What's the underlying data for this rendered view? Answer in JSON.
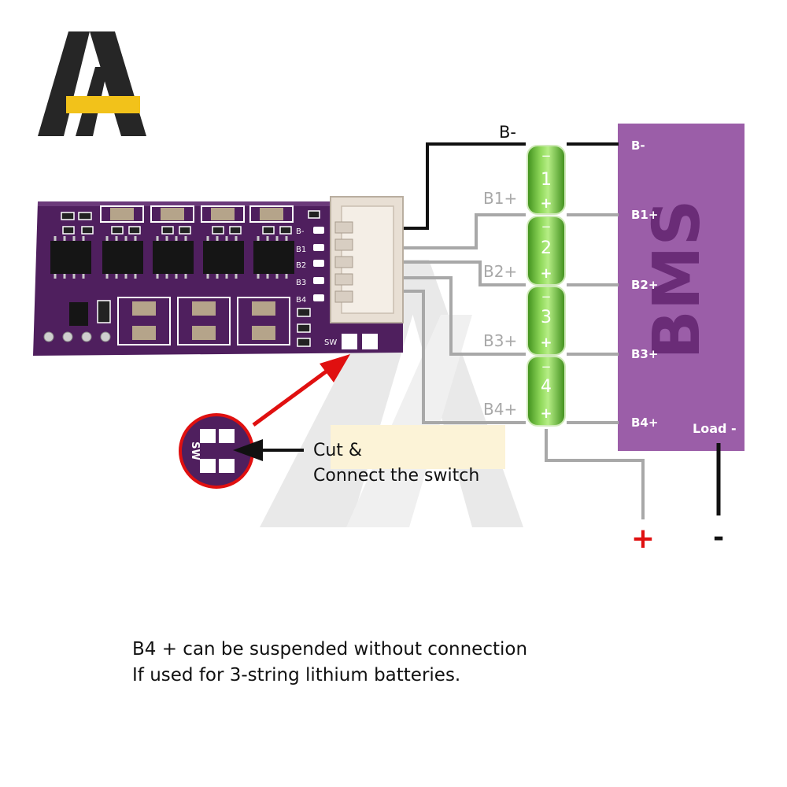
{
  "colors": {
    "pcb": "#4f1f5e",
    "pcb_dark": "#3a1548",
    "bms": "#9b5ea8",
    "bms_text": "#6a2c77",
    "cell_green": "#6cc23b",
    "cell_light": "#a8e277",
    "wire_gray": "#a8a8a8",
    "wire_black": "#111111",
    "red": "#e01010",
    "logo_dark": "#262626",
    "logo_yellow": "#f2c21a"
  },
  "logo": {
    "icon": "aa-logo-icon"
  },
  "bms": {
    "title": "BMS",
    "terminals": [
      "B-",
      "B1+",
      "B2+",
      "B3+",
      "B4+"
    ],
    "load_label": "Load -"
  },
  "cells": [
    {
      "number": "1",
      "neg": "−",
      "pos": "+"
    },
    {
      "number": "2",
      "neg": "−",
      "pos": "+"
    },
    {
      "number": "3",
      "neg": "−",
      "pos": "+"
    },
    {
      "number": "4",
      "neg": "−",
      "pos": "+"
    }
  ],
  "wire_labels": [
    "B-",
    "B1+",
    "B2+",
    "B3+",
    "B4+"
  ],
  "board": {
    "pins": [
      "B-",
      "B1",
      "B2",
      "B3",
      "B4"
    ],
    "switch_label": "SW"
  },
  "zoom": {
    "switch_label": "SW"
  },
  "callout": {
    "line1": "Cut &",
    "line2": "Connect the switch"
  },
  "output": {
    "plus": "+",
    "minus": "-"
  },
  "caption": {
    "line1": "B4 + can be suspended without connection",
    "line2": "If used for 3-string lithium batteries."
  }
}
